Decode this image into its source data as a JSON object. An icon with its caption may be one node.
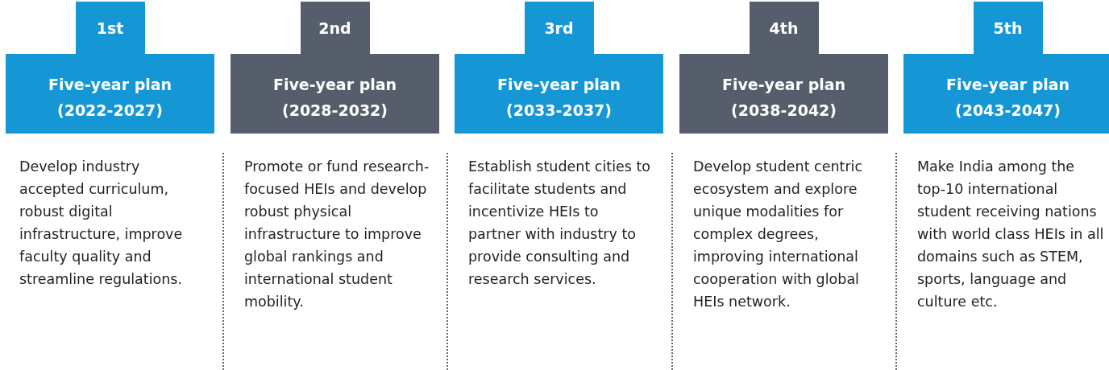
{
  "diagram": {
    "nodes": [
      {
        "text": [
          "1st"
        ]
      },
      {
        "text": [
          "Five-year plan",
          "(2022-2027)"
        ],
        "beside": [
          "Develop industry accepted curriculum, robust digital infrastructure, improve faculty quality and streamline regulations."
        ]
      },
      {
        "text": [
          "2nd"
        ]
      },
      {
        "text": [
          "Five-year plan",
          "(2028-2032)"
        ],
        "beside": [
          "Promote or fund research-focused HEIs and develop robust physical infrastructure to improve global rankings and international student mobility."
        ]
      },
      {
        "text": [
          "3rd"
        ]
      },
      {
        "text": [
          "Five-year plan",
          "(2033-2037)"
        ],
        "beside": [
          "Establish student cities to facilitate students and incentivize HEIs to partner with industry to provide consulting and research services."
        ]
      },
      {
        "text": [
          "4th"
        ]
      },
      {
        "text": [
          "Five-year plan",
          "(2038-2042)"
        ],
        "beside": [
          "Develop student centric ecosystem and explore unique modalities for complex degrees, improving international cooperation with global HEIs network."
        ]
      },
      {
        "text": [
          "5th"
        ]
      },
      {
        "text": [
          "Five-year plan",
          "(2043-2047)"
        ],
        "beside": [
          "Make India among the top-10 international student receiving nations with world class HEIs in all domains such as STEM, sports, language and culture etc."
        ]
      }
    ]
  }
}
